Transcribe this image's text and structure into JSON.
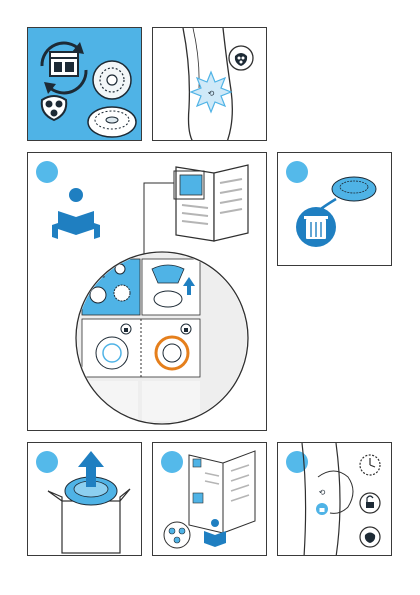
{
  "colors": {
    "accent_blue": "#4fb3e6",
    "light_blue": "#cfe9f8",
    "outline": "#3a3a3a",
    "orange": "#e57f1c",
    "page_bg": "#ffffff"
  },
  "icons": {
    "replace_cycle": "calendar-replace-cycle-icon",
    "shaving_unit": "shaving-heads-icon",
    "lock": "lock-icon",
    "unlock": "unlock-icon",
    "clock": "clock-icon",
    "read_manual": "person-reading-icon",
    "trash": "waste-bin-icon",
    "arrow_up": "arrow-up-icon"
  },
  "panels": [
    {
      "id": "top-left",
      "numbered": false
    },
    {
      "id": "top-middle",
      "numbered": false
    },
    {
      "id": "step-manual",
      "numbered": true
    },
    {
      "id": "step-dispose",
      "numbered": true
    },
    {
      "id": "step-unpack",
      "numbered": true
    },
    {
      "id": "step-read",
      "numbered": true
    },
    {
      "id": "step-reset",
      "numbered": true
    }
  ]
}
